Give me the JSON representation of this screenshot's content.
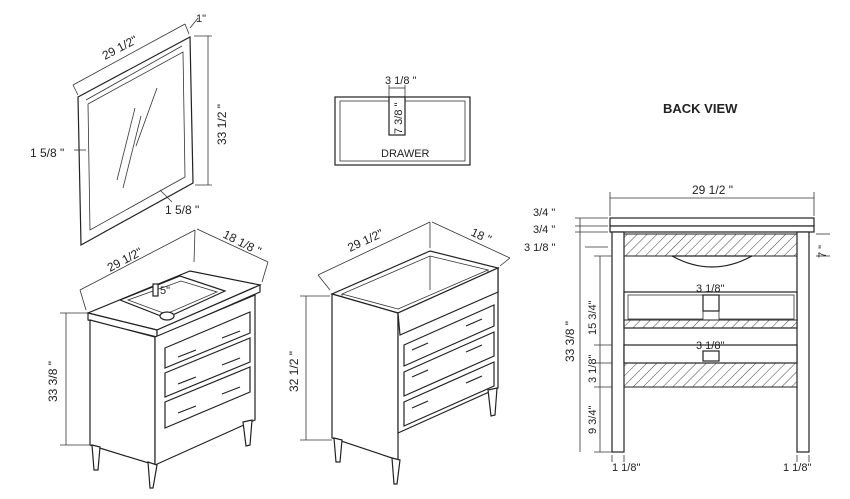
{
  "mirror": {
    "width": "29 1/2\"",
    "depth": "1\"",
    "height": "33 1/2 \"",
    "frame_left": "1 5/8 \"",
    "frame_bottom": "1 5/8 \""
  },
  "drawer": {
    "width": "3 1/8 \"",
    "depth": "7 3/8 \"",
    "label": "DRAWER"
  },
  "vanity_top": {
    "width": "29 1/2\"",
    "depth": "18 1/8 \"",
    "basin": "5\"",
    "height": "33 3/8 \""
  },
  "vanity_base": {
    "width": "29 1/2\"",
    "depth": "18 \"",
    "height": "32 1/2 \""
  },
  "back_view": {
    "title": "BACK VIEW",
    "width": "29 1/2 \"",
    "top_thickness_1": "3/4 \"",
    "top_thickness_2": "3/4 \"",
    "rail": "3 1/8 \"",
    "right_side": "7 \"",
    "total_height": "33 3/8 \"",
    "upper_opening": "15 3/4\"",
    "lower_rail": "3 1/8\"",
    "leg_height": "9 3/4\"",
    "notch_upper": "3 1/8\"",
    "notch_lower": "3 1/8\"",
    "leg_left": "1 1/8\"",
    "leg_right": "1 1/8\""
  }
}
